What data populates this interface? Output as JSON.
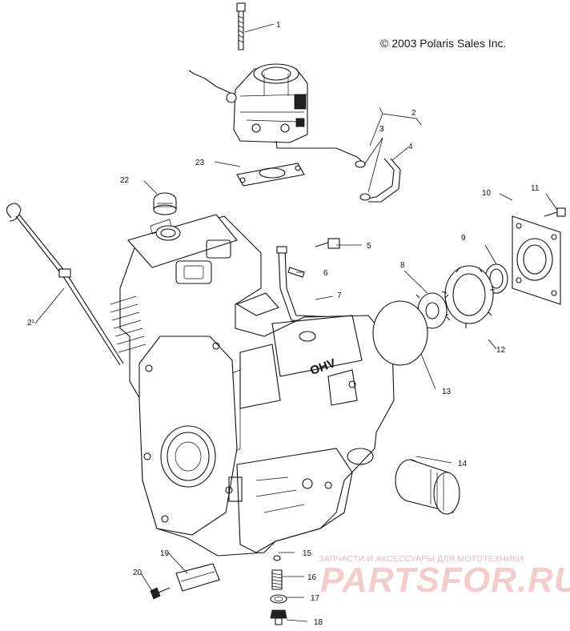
{
  "copyright": "© 2003 Polaris Sales Inc.",
  "watermark": {
    "caption": "ЗАПЧАСТИ И АКСЕССУАРЫ ДЛЯ МОТОТЕХНИКИ",
    "logo": "PARTSFOR.RU",
    "color": "#f3cccc"
  },
  "engine_marking": "OHV",
  "callouts": [
    "1",
    "2",
    "3",
    "4",
    "5",
    "6",
    "7",
    "8",
    "9",
    "10",
    "11",
    "12",
    "13",
    "14",
    "15",
    "16",
    "17",
    "18",
    "19",
    "20",
    "2¹",
    "22",
    "23"
  ]
}
